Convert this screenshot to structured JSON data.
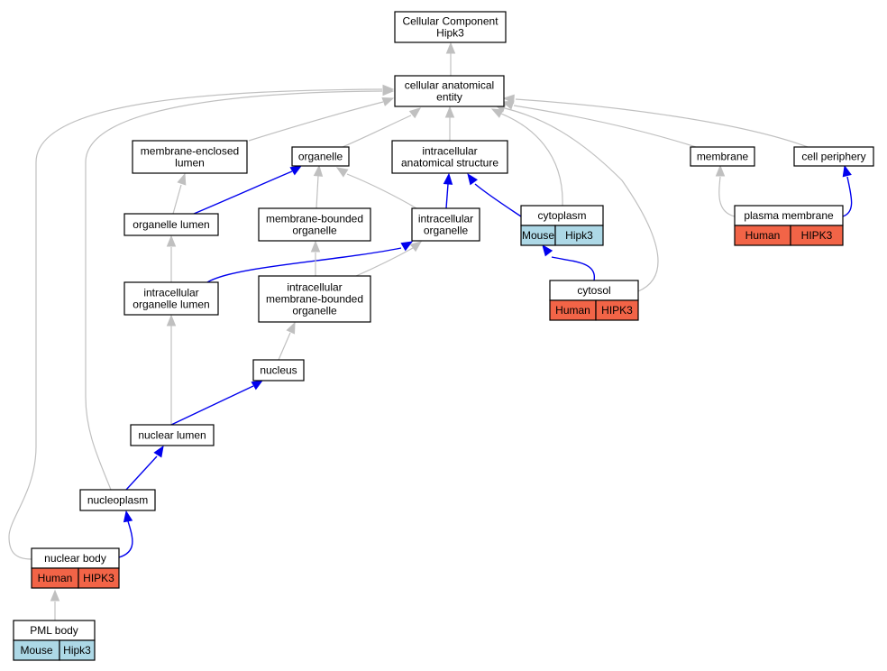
{
  "diagram": {
    "colors": {
      "gray_edge": "#c0c0c0",
      "blue_edge": "#0000ee",
      "human": "#f26447",
      "mouse": "#add8e6"
    },
    "nodes": {
      "root": {
        "lines": [
          "Cellular Component",
          "Hipk3"
        ]
      },
      "cae": {
        "lines": [
          "cellular anatomical",
          "entity"
        ]
      },
      "mel": {
        "lines": [
          "membrane-enclosed",
          "lumen"
        ]
      },
      "organelle": {
        "lines": [
          "organelle"
        ]
      },
      "ias": {
        "lines": [
          "intracellular",
          "anatomical structure"
        ]
      },
      "membrane": {
        "lines": [
          "membrane"
        ]
      },
      "cellper": {
        "lines": [
          "cell periphery"
        ]
      },
      "orglumen": {
        "lines": [
          "organelle lumen"
        ]
      },
      "mbo": {
        "lines": [
          "membrane-bounded",
          "organelle"
        ]
      },
      "io": {
        "lines": [
          "intracellular",
          "organelle"
        ]
      },
      "cytoplasm": {
        "lines": [
          "cytoplasm"
        ],
        "species": "Mouse",
        "gene": "Hipk3",
        "kind": "mouse"
      },
      "pm": {
        "lines": [
          "plasma membrane"
        ],
        "species": "Human",
        "gene": "HIPK3",
        "kind": "human"
      },
      "iol": {
        "lines": [
          "intracellular",
          "organelle lumen"
        ]
      },
      "imbo": {
        "lines": [
          "intracellular",
          "membrane-bounded",
          "organelle"
        ]
      },
      "cytosol": {
        "lines": [
          "cytosol"
        ],
        "species": "Human",
        "gene": "HIPK3",
        "kind": "human"
      },
      "nucleus": {
        "lines": [
          "nucleus"
        ]
      },
      "nuclumen": {
        "lines": [
          "nuclear lumen"
        ]
      },
      "nucleoplasm": {
        "lines": [
          "nucleoplasm"
        ]
      },
      "nucbody": {
        "lines": [
          "nuclear body"
        ],
        "species": "Human",
        "gene": "HIPK3",
        "kind": "human"
      },
      "pml": {
        "lines": [
          "PML body"
        ],
        "species": "Mouse",
        "gene": "Hipk3",
        "kind": "mouse"
      }
    }
  }
}
